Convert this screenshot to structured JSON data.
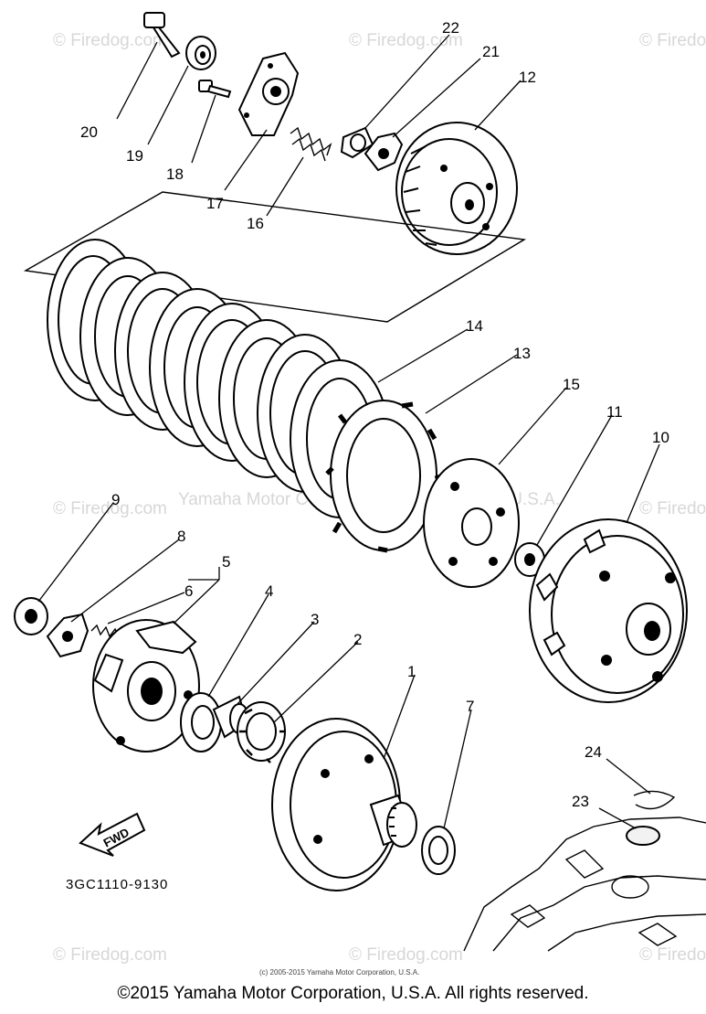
{
  "diagram": {
    "watermark_text": "© Firedog.com",
    "watermark_center": "Yamaha Motor Corporation © Firedog.com U.S.A.",
    "part_code": "3GC1110-9130",
    "fwd_label": "FWD",
    "small_copyright": "(c) 2005-2015 Yamaha Motor Corporation, U.S.A.",
    "callouts": [
      "1",
      "2",
      "3",
      "4",
      "5",
      "6",
      "7",
      "8",
      "9",
      "10",
      "11",
      "12",
      "13",
      "14",
      "15",
      "16",
      "17",
      "18",
      "19",
      "20",
      "21",
      "22",
      "23",
      "24"
    ]
  },
  "footer": {
    "copyright": "©2015 Yamaha Motor Corporation, U.S.A. All rights reserved."
  }
}
